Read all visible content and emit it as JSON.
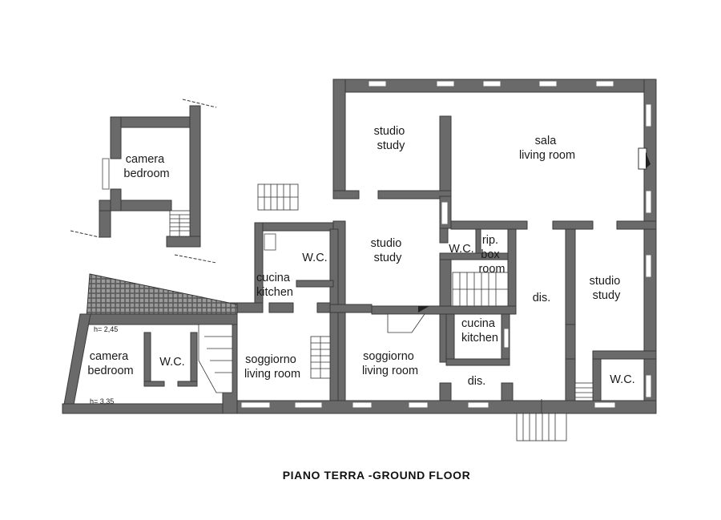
{
  "caption": "PIANO TERRA -GROUND FLOOR",
  "rooms": {
    "camera_top": [
      "camera",
      "bedroom"
    ],
    "studio_1": [
      "studio",
      "study"
    ],
    "sala": [
      "sala",
      "living room"
    ],
    "studio_2": [
      "studio",
      "study"
    ],
    "wc_center": "W.C.",
    "rip": [
      "rip.",
      "box",
      "room"
    ],
    "wc_left": "W.C.",
    "cucina_left": [
      "cucina",
      "kitchen"
    ],
    "studio_right": [
      "studio",
      "study"
    ],
    "dis_1": "dis.",
    "cucina_center": [
      "cucina",
      "kitchen"
    ],
    "camera_bottom": [
      "camera",
      "bedroom"
    ],
    "wc_bottom": "W.C.",
    "soggiorno_left": [
      "soggiorno",
      "living room"
    ],
    "soggiorno_center": [
      "soggiorno",
      "living room"
    ],
    "dis_2": "dis.",
    "wc_right": "W.C."
  },
  "heights": {
    "h1": "h= 2,45",
    "h2": "h= 3,35"
  },
  "colors": {
    "wall": "#6a6a6a",
    "pergola": "#4a4a4a"
  }
}
